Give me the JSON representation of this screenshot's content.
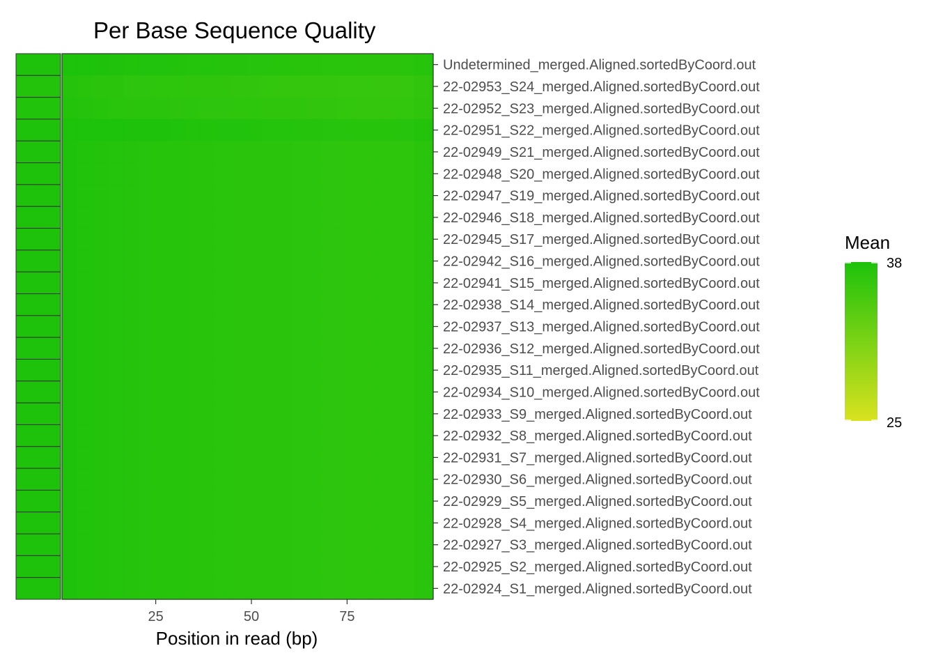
{
  "chart_data": {
    "type": "heatmap",
    "title": "Per Base Sequence Quality",
    "xlabel": "Position in read (bp)",
    "ylabel": "",
    "xlim": [
      0.5,
      97.5
    ],
    "x_ticks": [
      25,
      50,
      75
    ],
    "samples": [
      "Undetermined_merged.Aligned.sortedByCoord.out",
      "22-02953_S24_merged.Aligned.sortedByCoord.out",
      "22-02952_S23_merged.Aligned.sortedByCoord.out",
      "22-02951_S22_merged.Aligned.sortedByCoord.out",
      "22-02949_S21_merged.Aligned.sortedByCoord.out",
      "22-02948_S20_merged.Aligned.sortedByCoord.out",
      "22-02947_S19_merged.Aligned.sortedByCoord.out",
      "22-02946_S18_merged.Aligned.sortedByCoord.out",
      "22-02945_S17_merged.Aligned.sortedByCoord.out",
      "22-02942_S16_merged.Aligned.sortedByCoord.out",
      "22-02941_S15_merged.Aligned.sortedByCoord.out",
      "22-02938_S14_merged.Aligned.sortedByCoord.out",
      "22-02937_S13_merged.Aligned.sortedByCoord.out",
      "22-02936_S12_merged.Aligned.sortedByCoord.out",
      "22-02935_S11_merged.Aligned.sortedByCoord.out",
      "22-02934_S10_merged.Aligned.sortedByCoord.out",
      "22-02933_S9_merged.Aligned.sortedByCoord.out",
      "22-02932_S8_merged.Aligned.sortedByCoord.out",
      "22-02931_S7_merged.Aligned.sortedByCoord.out",
      "22-02930_S6_merged.Aligned.sortedByCoord.out",
      "22-02929_S5_merged.Aligned.sortedByCoord.out",
      "22-02928_S4_merged.Aligned.sortedByCoord.out",
      "22-02927_S3_merged.Aligned.sortedByCoord.out",
      "22-02925_S2_merged.Aligned.sortedByCoord.out",
      "22-02924_S1_merged.Aligned.sortedByCoord.out"
    ],
    "sample_overall_mean": [
      37.9,
      37.6,
      37.7,
      37.9,
      37.9,
      37.9,
      37.9,
      37.9,
      37.9,
      37.9,
      37.9,
      37.9,
      37.9,
      37.9,
      37.9,
      37.9,
      37.9,
      37.9,
      37.9,
      37.9,
      37.9,
      37.9,
      37.9,
      37.9,
      37.9
    ],
    "position_profile": {
      "positions": [
        1,
        5,
        10,
        20,
        30,
        40,
        50,
        60,
        70,
        80,
        90,
        97
      ],
      "mean_quality": [
        38.0,
        37.8,
        37.6,
        37.4,
        37.3,
        37.2,
        37.1,
        37.0,
        36.9,
        36.8,
        36.8,
        37.2
      ]
    },
    "row_offsets": [
      0.3,
      -0.5,
      -0.3,
      0.5,
      0.0,
      0.0,
      0.0,
      0.0,
      0.0,
      0.0,
      0.0,
      0.0,
      0.0,
      0.0,
      0.0,
      0.0,
      0.0,
      0.0,
      0.0,
      0.0,
      0.0,
      0.0,
      0.0,
      0.0,
      0.0
    ],
    "legend": {
      "title": "Mean",
      "min": 25,
      "max": 38,
      "placement": "right",
      "colors": {
        "low": "#d9e21f",
        "high": "#1dc20b"
      }
    },
    "grid": false
  }
}
